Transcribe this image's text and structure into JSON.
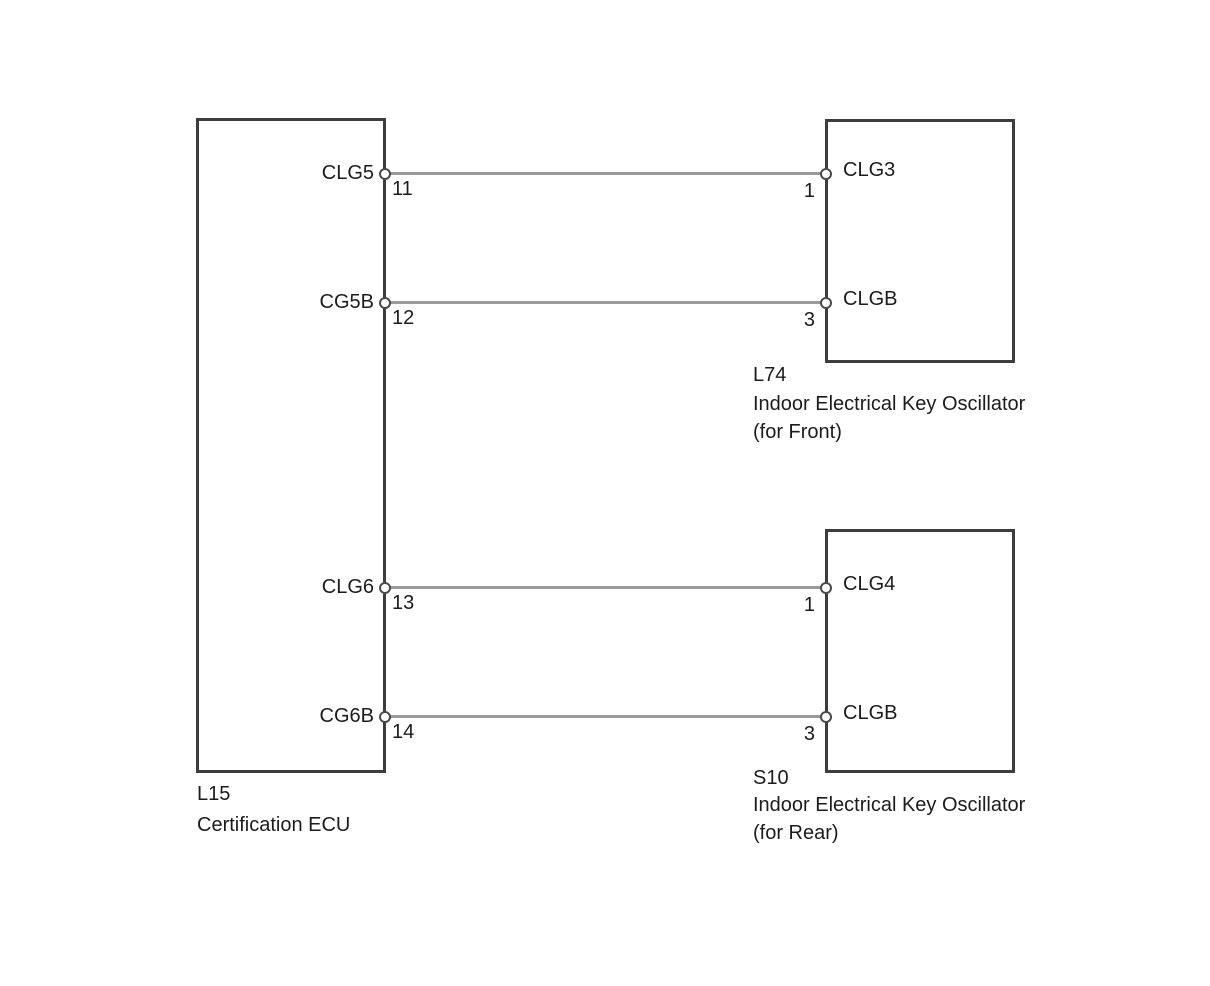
{
  "diagram": {
    "background": "#ffffff",
    "wire_color": "#9a9a9a",
    "box_border_color": "#3d3d3d",
    "terminal_color": "#4a4a4a",
    "text_color": "#1c1c1c",
    "ecu": {
      "code": "L15",
      "name": "Certification ECU",
      "pins": [
        {
          "label": "CLG5",
          "number": "11"
        },
        {
          "label": "CG5B",
          "number": "12"
        },
        {
          "label": "CLG6",
          "number": "13"
        },
        {
          "label": "CG6B",
          "number": "14"
        }
      ]
    },
    "front_oscillator": {
      "code": "L74",
      "name": "Indoor Electrical Key Oscillator",
      "variant": "(for Front)",
      "pins": [
        {
          "label": "CLG3",
          "number": "1"
        },
        {
          "label": "CLGB",
          "number": "3"
        }
      ]
    },
    "rear_oscillator": {
      "code": "S10",
      "name": "Indoor Electrical Key Oscillator",
      "variant": "(for Rear)",
      "pins": [
        {
          "label": "CLG4",
          "number": "1"
        },
        {
          "label": "CLGB",
          "number": "3"
        }
      ]
    },
    "connections": [
      {
        "from": "L15 pin 11 (CLG5)",
        "to": "L74 pin 1 (CLG3)"
      },
      {
        "from": "L15 pin 12 (CG5B)",
        "to": "L74 pin 3 (CLGB)"
      },
      {
        "from": "L15 pin 13 (CLG6)",
        "to": "S10 pin 1 (CLG4)"
      },
      {
        "from": "L15 pin 14 (CG6B)",
        "to": "S10 pin 3 (CLGB)"
      }
    ]
  }
}
